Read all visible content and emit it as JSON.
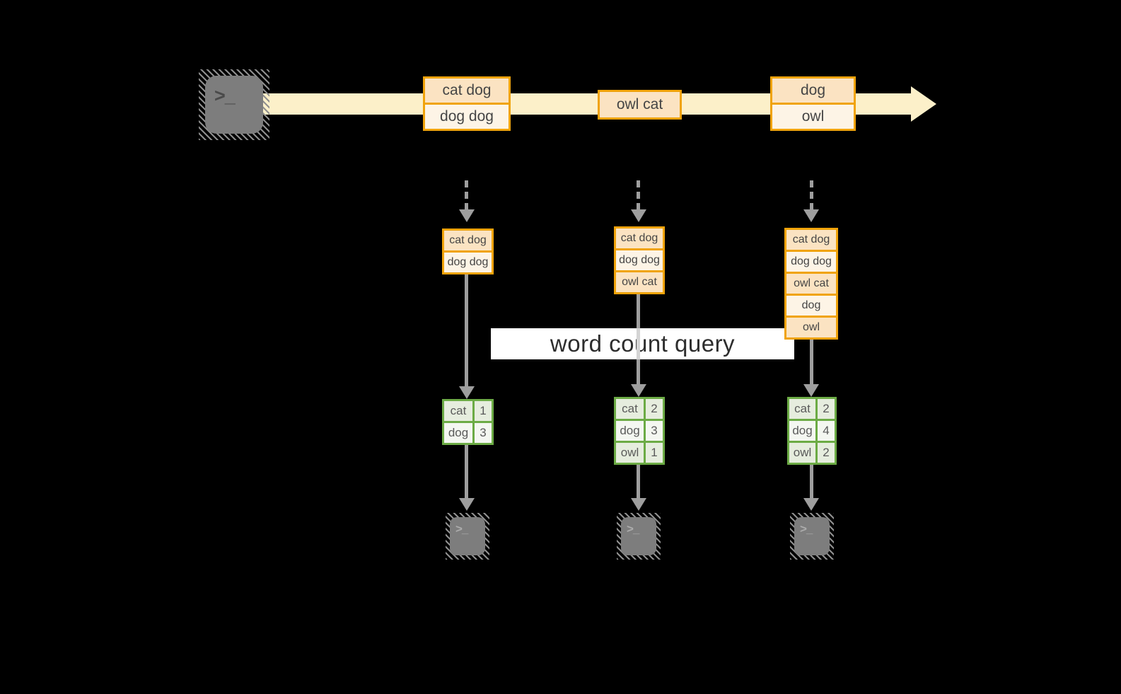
{
  "colors": {
    "background": "#000000",
    "stream_band": "#FCF0C9",
    "batch_border": "#F0A30A",
    "batch_fill_dark": "#FBE3C2",
    "batch_fill_light": "#FDF4E6",
    "table_border": "#6CAB45",
    "table_fill_dark": "#E6EDDE",
    "table_fill_light": "#F4F7F1",
    "arrow_gray": "#9E9E9E",
    "terminal_gray": "#7D7D7D",
    "query_band_bg": "#FFFFFF",
    "query_text": "#2D2D2D"
  },
  "icons": {
    "source": "terminal-icon",
    "sink": "terminal-icon",
    "prompt": ">_"
  },
  "query": {
    "label": "word count query"
  },
  "stream": {
    "batches": [
      {
        "lines": [
          "cat dog",
          "dog dog"
        ]
      },
      {
        "lines": [
          "owl cat"
        ]
      },
      {
        "lines": [
          "dog",
          "owl"
        ]
      }
    ]
  },
  "columns": [
    {
      "input_lines": [
        "cat dog",
        "dog dog"
      ],
      "counts": [
        {
          "word": "cat",
          "count": "1"
        },
        {
          "word": "dog",
          "count": "3"
        }
      ]
    },
    {
      "input_lines": [
        "cat dog",
        "dog dog",
        "owl cat"
      ],
      "counts": [
        {
          "word": "cat",
          "count": "2"
        },
        {
          "word": "dog",
          "count": "3"
        },
        {
          "word": "owl",
          "count": "1"
        }
      ]
    },
    {
      "input_lines": [
        "cat dog",
        "dog dog",
        "owl cat",
        "dog",
        "owl"
      ],
      "counts": [
        {
          "word": "cat",
          "count": "2"
        },
        {
          "word": "dog",
          "count": "4"
        },
        {
          "word": "owl",
          "count": "2"
        }
      ]
    }
  ]
}
